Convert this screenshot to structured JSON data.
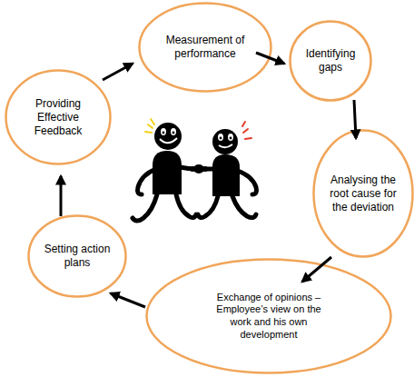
{
  "diagram": {
    "nodes": [
      {
        "text": [
          "Measurement of performance"
        ]
      },
      {
        "text": [
          "Identifying gaps"
        ]
      },
      {
        "text": [
          "Analysing the root cause for the deviation"
        ]
      },
      {
        "text": [
          "Exchange of opinions – Employee’s view on the work and his own development"
        ]
      },
      {
        "text": [
          "Setting action plans"
        ]
      },
      {
        "text": [
          "Providing Effective Feedback"
        ]
      }
    ],
    "edges": [
      {
        "from": 0,
        "to": 1,
        "arrow": "to"
      },
      {
        "from": 1,
        "to": 2,
        "arrow": "to"
      },
      {
        "from": 2,
        "to": 3,
        "arrow": "to"
      },
      {
        "from": 3,
        "to": 4,
        "arrow": "to"
      },
      {
        "from": 4,
        "to": 5,
        "arrow": "to"
      },
      {
        "from": 5,
        "to": 0,
        "arrow": "to"
      }
    ]
  }
}
